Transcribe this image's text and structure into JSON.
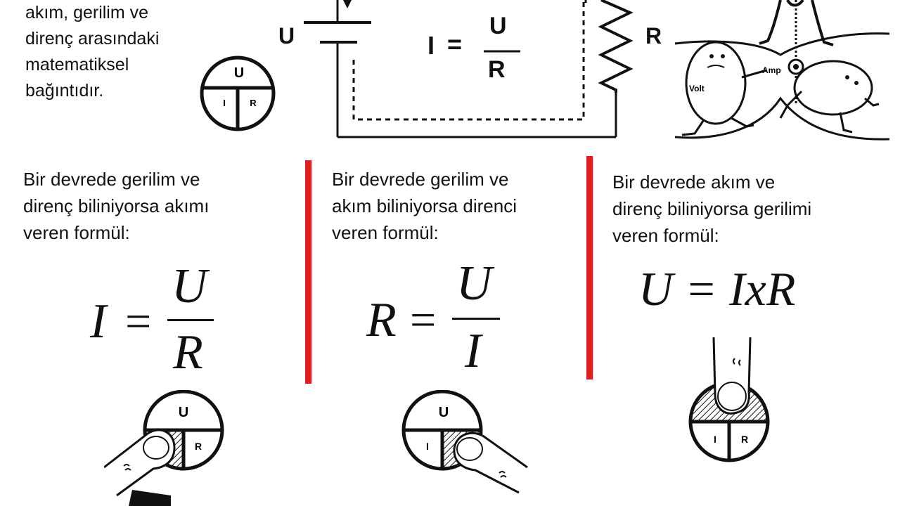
{
  "intro": {
    "lines": [
      "akım, gerilim ve",
      "direnç arasındaki",
      "matematiksel",
      "bağıntıdır."
    ]
  },
  "circuit": {
    "battery_label": "U",
    "resistor_label": "R",
    "formula": {
      "left": "I",
      "equals": "=",
      "numerator": "U",
      "denominator": "R"
    }
  },
  "cartoon": {
    "volt_label": "Volt",
    "amp_label": "Amp"
  },
  "triangle": {
    "top": "U",
    "bottom_left": "I",
    "bottom_right": "R"
  },
  "columns": [
    {
      "lines": [
        "Bir devrede gerilim ve",
        "direnç biliniyorsa akımı",
        "veren formül:"
      ],
      "formula": {
        "left": "I",
        "equals": "=",
        "numerator": "U",
        "denominator": "R"
      }
    },
    {
      "lines": [
        "Bir devrede gerilim ve",
        "akım biliniyorsa direnci",
        "veren formül:"
      ],
      "formula": {
        "left": "R",
        "equals": "=",
        "numerator": "U",
        "denominator": "I"
      }
    },
    {
      "lines": [
        "Bir devrede akım ve",
        "direnç biliniyorsa gerilimi",
        "veren formül:"
      ],
      "formula": {
        "text": "U = IxR"
      }
    }
  ],
  "colors": {
    "divider": "#e21d1d",
    "ink": "#111111",
    "background": "#ffffff"
  }
}
